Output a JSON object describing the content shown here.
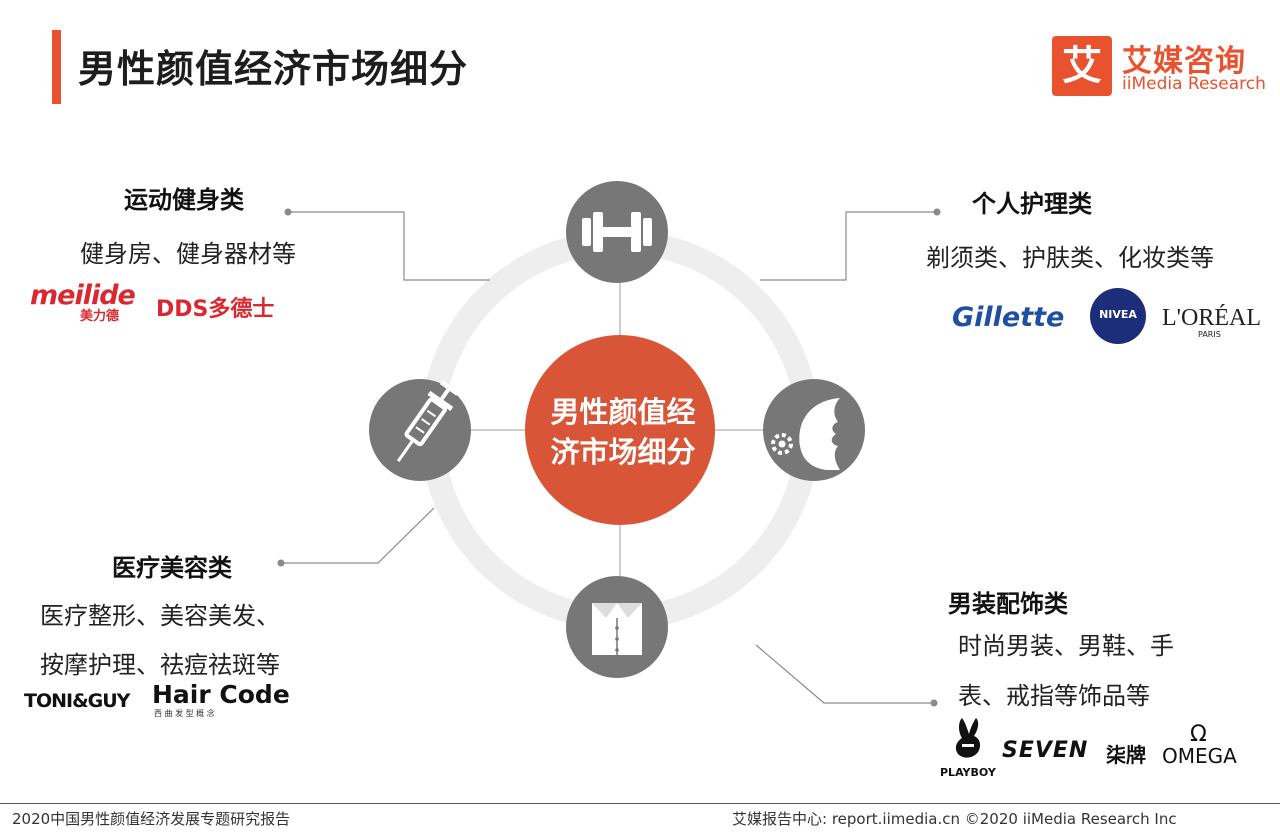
{
  "header": {
    "title": "男性颜值经济市场细分",
    "brand_icon_char": "艾",
    "brand_name": "艾媒咨询",
    "brand_subtitle": "iiMedia Research",
    "accent_color": "#e8522e"
  },
  "center": {
    "line1": "男性颜值经",
    "line2": "济市场细分",
    "color": "#d95537"
  },
  "categories": {
    "sports": {
      "title": "运动健身类",
      "desc": "健身房、健身器材等",
      "logos": [
        "meilide",
        "美力德",
        "DDS多德士"
      ],
      "icon": "dumbbell-icon"
    },
    "personal_care": {
      "title": "个人护理类",
      "desc": "剃须类、护肤类、化妆类等",
      "logos": [
        "Gillette",
        "NIVEA",
        "L'ORÉAL",
        "PARIS"
      ],
      "icon": "face-flower-icon"
    },
    "medical": {
      "title": "医疗美容类",
      "desc_line1": "医疗整形、美容美发、",
      "desc_line2": "按摩护理、祛痘祛斑等",
      "logos": [
        "TONI&GUY",
        "Hair Code",
        "西 曲 发 型 概 念"
      ],
      "icon": "syringe-icon"
    },
    "apparel": {
      "title": "男装配饰类",
      "desc_line1": "时尚男装、男鞋、手",
      "desc_line2": "表、戒指等饰品等",
      "logos": [
        "PLAYBOY",
        "SEVEN",
        "柒牌",
        "Ω",
        "OMEGA"
      ],
      "icon": "shirt-icon"
    }
  },
  "footer": {
    "left": "2020中国男性颜值经济发展专题研究报告",
    "right": "艾媒报告中心: report.iimedia.cn  ©2020  iiMedia Research  Inc"
  }
}
